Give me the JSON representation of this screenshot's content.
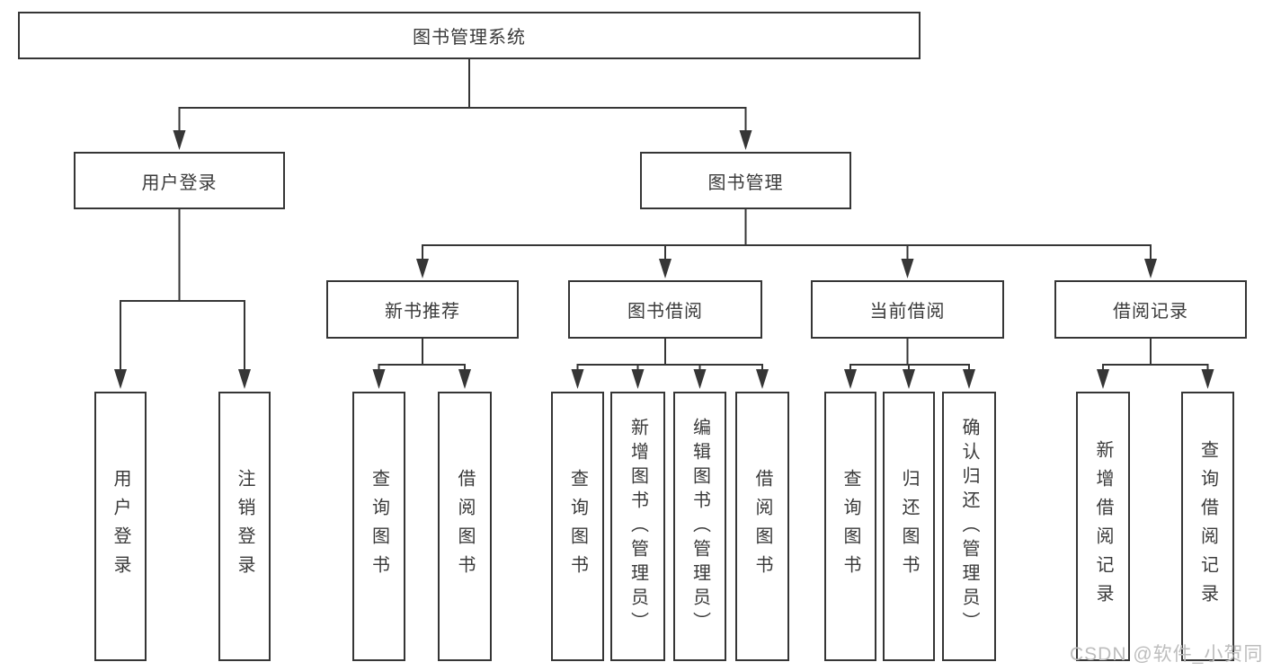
{
  "diagram": {
    "root": {
      "label": "图书管理系统"
    },
    "branches": [
      {
        "label": "用户登录",
        "leaves": [
          {
            "label": "用户登录"
          },
          {
            "label": "注销登录"
          }
        ]
      },
      {
        "label": "图书管理",
        "sections": [
          {
            "label": "新书推荐",
            "leaves": [
              {
                "label": "查询图书"
              },
              {
                "label": "借阅图书"
              }
            ]
          },
          {
            "label": "图书借阅",
            "leaves": [
              {
                "label": "查询图书"
              },
              {
                "label": "新增图书（管理员）"
              },
              {
                "label": "编辑图书（管理员）"
              },
              {
                "label": "借阅图书"
              }
            ]
          },
          {
            "label": "当前借阅",
            "leaves": [
              {
                "label": "查询图书"
              },
              {
                "label": "归还图书"
              },
              {
                "label": "确认归还（管理员）"
              }
            ]
          },
          {
            "label": "借阅记录",
            "leaves": [
              {
                "label": "新增借阅记录"
              },
              {
                "label": "查询借阅记录"
              }
            ]
          }
        ]
      }
    ]
  },
  "watermark": {
    "text": "CSDN @软件_小贺同学"
  },
  "colors": {
    "line": "#363636",
    "text": "#3a3a3a",
    "watermark": "#bdbdbd",
    "background": "#ffffff"
  }
}
